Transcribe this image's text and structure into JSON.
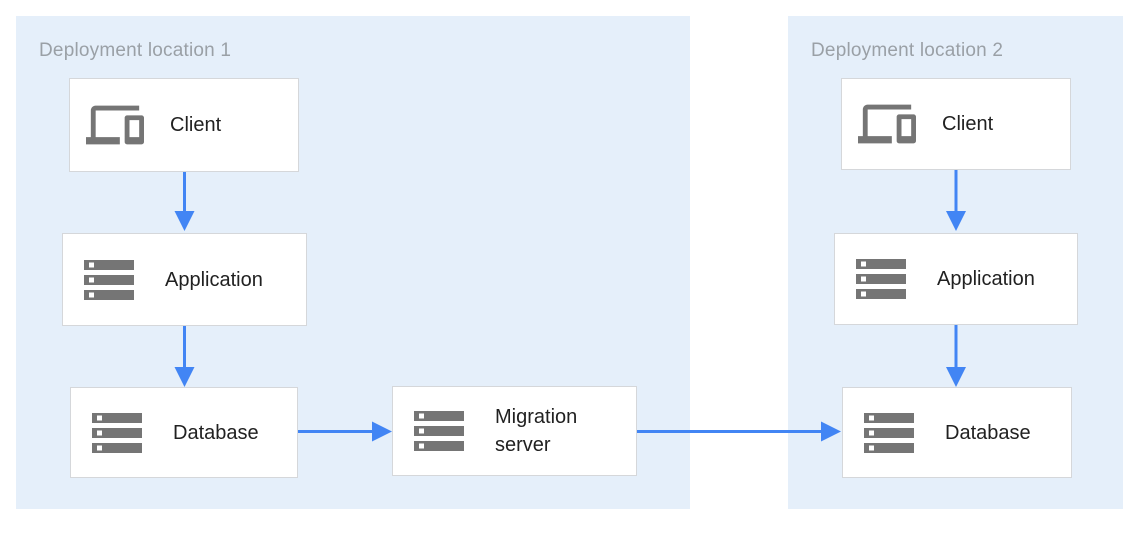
{
  "zones": [
    {
      "id": "deployment-location-1",
      "label": "Deployment location 1"
    },
    {
      "id": "deployment-location-2",
      "label": "Deployment location 2"
    }
  ],
  "nodes": {
    "client1": {
      "label": "Client",
      "icon": "devices-icon",
      "zone": "deployment-location-1"
    },
    "application1": {
      "label": "Application",
      "icon": "storage-icon",
      "zone": "deployment-location-1"
    },
    "database1": {
      "label": "Database",
      "icon": "storage-icon",
      "zone": "deployment-location-1"
    },
    "migration_server": {
      "label": "Migration server",
      "icon": "storage-icon",
      "zone": "deployment-location-1"
    },
    "client2": {
      "label": "Client",
      "icon": "devices-icon",
      "zone": "deployment-location-2"
    },
    "application2": {
      "label": "Application",
      "icon": "storage-icon",
      "zone": "deployment-location-2"
    },
    "database2": {
      "label": "Database",
      "icon": "storage-icon",
      "zone": "deployment-location-2"
    }
  },
  "edges": [
    {
      "from": "client1",
      "to": "application1"
    },
    {
      "from": "application1",
      "to": "database1"
    },
    {
      "from": "database1",
      "to": "migration_server"
    },
    {
      "from": "migration_server",
      "to": "database2"
    },
    {
      "from": "client2",
      "to": "application2"
    },
    {
      "from": "application2",
      "to": "database2"
    }
  ],
  "colors": {
    "zone_background": "#E5EFFA",
    "zone_label": "#9AA0A6",
    "node_background": "#FFFFFF",
    "node_border": "#D5D7DA",
    "node_label": "#212121",
    "icon": "#757575",
    "arrow": "#4285F4"
  }
}
